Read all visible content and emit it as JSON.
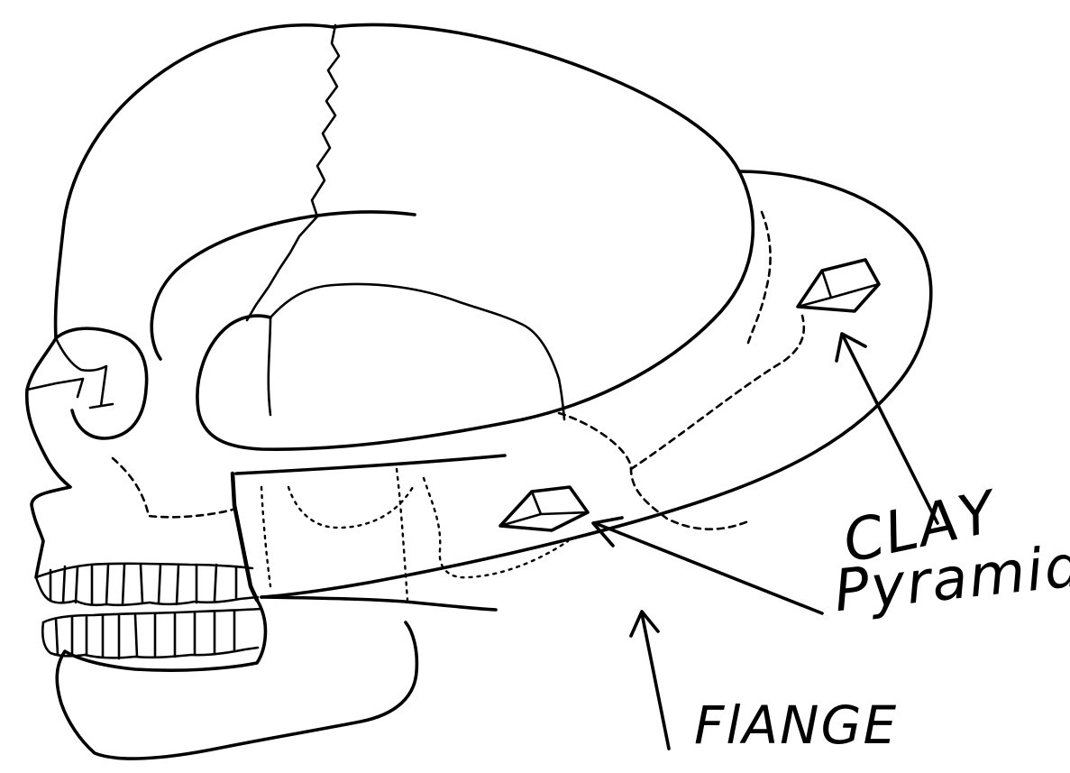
{
  "labels": {
    "clay": "CLAY",
    "pyramid": "Pyramid",
    "flange": "FlANGE"
  },
  "colors": {
    "ink": "#000000",
    "paper": "#ffffff"
  }
}
